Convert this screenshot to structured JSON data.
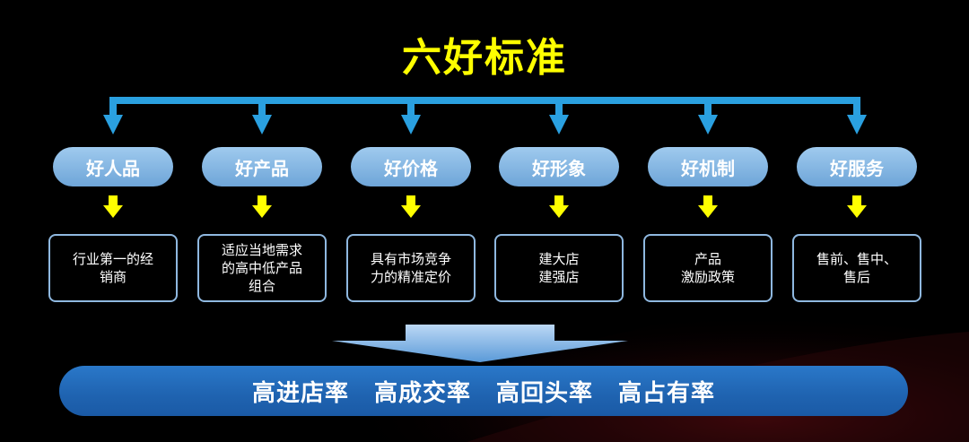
{
  "title": "六好标准",
  "colors": {
    "title": "#ffff00",
    "connector": "#2aa0e0",
    "small_arrow": "#ffff00",
    "pill": "#7fb2e0",
    "box_border": "#8fb8e0",
    "bar": "#2269b8"
  },
  "standards": [
    {
      "label": "好人品",
      "lines": [
        "行业第一的经",
        "销商"
      ]
    },
    {
      "label": "好产品",
      "lines": [
        "适应当地需求",
        "的高中低产品",
        "组合"
      ]
    },
    {
      "label": "好价格",
      "lines": [
        "具有市场竞争",
        "力的精准定价"
      ]
    },
    {
      "label": "好形象",
      "lines": [
        "建大店",
        "建强店"
      ]
    },
    {
      "label": "好机制",
      "lines": [
        "产品",
        "激励政策"
      ]
    },
    {
      "label": "好服务",
      "lines": [
        "售前、售中、",
        "售后"
      ]
    }
  ],
  "outcomes": [
    "高进店率",
    "高成交率",
    "高回头率",
    "高占有率"
  ]
}
